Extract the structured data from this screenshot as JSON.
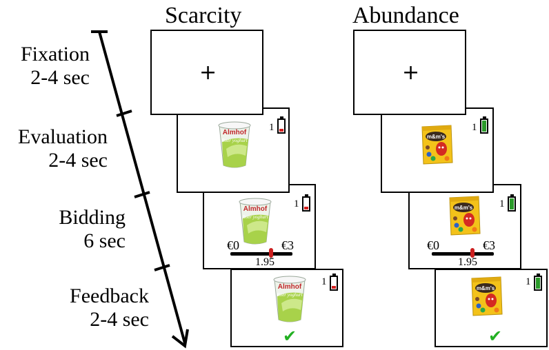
{
  "columns": {
    "scarcity": "Scarcity",
    "abundance": "Abundance"
  },
  "stages": [
    {
      "name": "Fixation",
      "duration": "2-4 sec"
    },
    {
      "name": "Evaluation",
      "duration": "2-4 sec"
    },
    {
      "name": "Bidding",
      "duration": "6 sec"
    },
    {
      "name": "Feedback",
      "duration": "2-4 sec"
    }
  ],
  "fixation_symbol": "+",
  "counter_label": "1",
  "bid_scale": {
    "min_label": "€0",
    "max_label": "€3",
    "value_label": "1.95",
    "min": 0,
    "max": 3,
    "value": 1.95
  },
  "feedback_symbol": "✔",
  "battery": {
    "scarcity_level": 0.25,
    "abundance_level": 1.0
  },
  "products": {
    "scarcity": {
      "brand": "Almhof",
      "subtitle": "Roer yoghurt"
    },
    "abundance": {
      "brand": "m&m's"
    }
  },
  "colors": {
    "scarcity_battery": "#d42020",
    "abundance_battery": "#2a9a2a",
    "bid_marker": "#cc1f1f",
    "check_mark": "#22b022"
  }
}
